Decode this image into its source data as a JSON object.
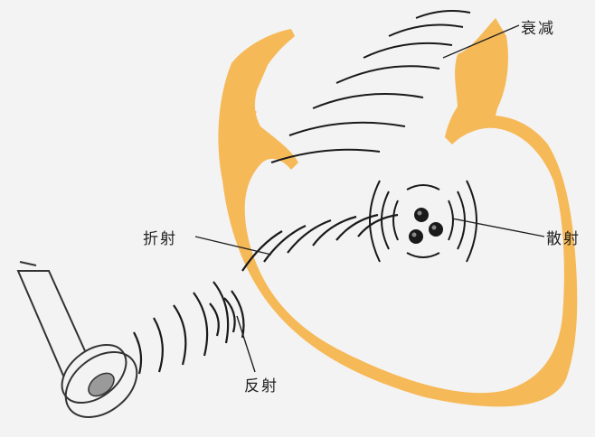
{
  "labels": {
    "attenuation": "衰减",
    "refraction": "折射",
    "scattering": "散射",
    "reflection": "反射"
  },
  "colors": {
    "heart": "#f6b957",
    "wave": "#1a1a1a",
    "background": "#f3f3f3"
  },
  "icons": {
    "probe": "ultrasound-probe-icon",
    "particles": "scatterer-particles"
  }
}
